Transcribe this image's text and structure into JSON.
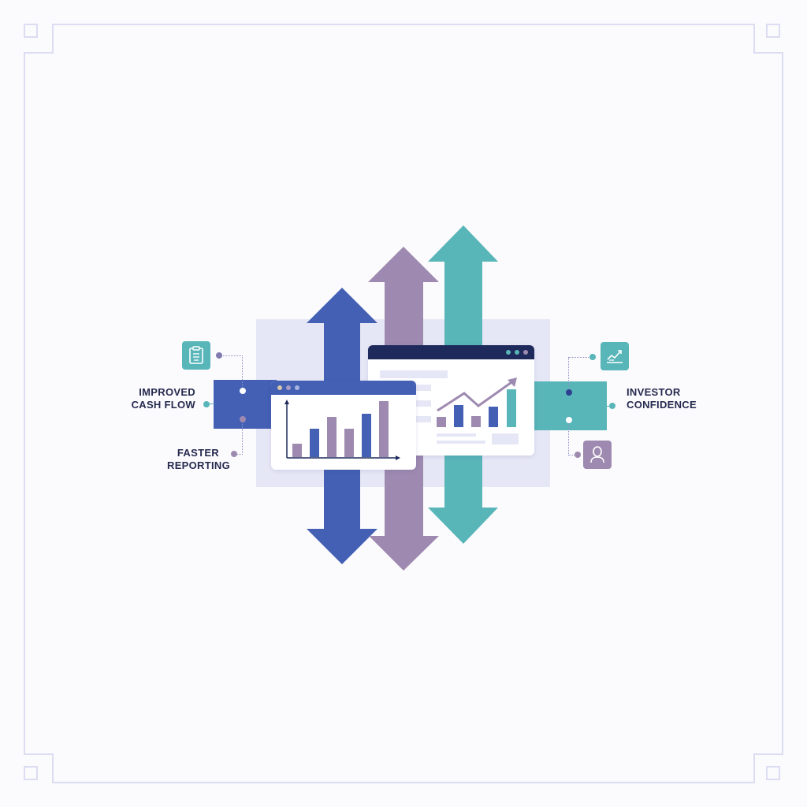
{
  "colors": {
    "background": "#fbfbfd",
    "frame": "#dcdcf2",
    "panel": "#e6e7f6",
    "blue": "#4360b4",
    "purple": "#9e8ab0",
    "teal": "#58b5b8",
    "navy": "#1e2a5c",
    "text": "#262a4f"
  },
  "labels": {
    "left_top": "IMPROVED\nCASH FLOW",
    "left_top_line1": "IMPROVED",
    "left_top_line2": "CASH FLOW",
    "left_bottom_line1": "FASTER",
    "left_bottom_line2": "REPORTING",
    "right_line1": "INVESTOR",
    "right_line2": "CONFIDENCE"
  },
  "icons": {
    "left": "clipboard-icon",
    "right_top": "trend-chart-icon",
    "right_bottom": "user-icon"
  },
  "arrows": [
    {
      "name": "blue-arrow",
      "color": "#4360b4",
      "direction": "up-and-down"
    },
    {
      "name": "purple-arrow",
      "color": "#9e8ab0",
      "direction": "up-and-down"
    },
    {
      "name": "teal-arrow",
      "color": "#58b5b8",
      "direction": "up-and-down"
    }
  ],
  "left_window": {
    "bars": [
      {
        "height": 18,
        "color": "#9e8ab0"
      },
      {
        "height": 36,
        "color": "#4360b4"
      },
      {
        "height": 52,
        "color": "#9e8ab0"
      },
      {
        "height": 36,
        "color": "#9e8ab0"
      },
      {
        "height": 55,
        "color": "#4360b4"
      },
      {
        "height": 72,
        "color": "#9e8ab0"
      }
    ]
  },
  "right_window": {
    "bars": [
      {
        "height": 13,
        "color": "#9e8ab0"
      },
      {
        "height": 28,
        "color": "#4360b4"
      },
      {
        "height": 14,
        "color": "#9e8ab0"
      },
      {
        "height": 26,
        "color": "#4360b4"
      },
      {
        "height": 48,
        "color": "#58b5b8"
      }
    ]
  }
}
